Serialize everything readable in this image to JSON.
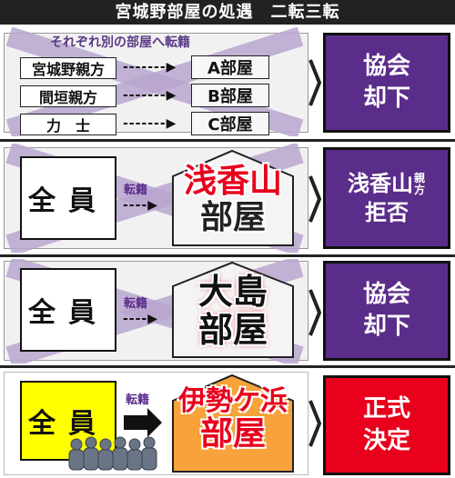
{
  "title": "宮城野部屋の処遇　二転三転",
  "colors": {
    "purple": "#5b2d8a",
    "red": "#e8001c",
    "gray_panel": "#f1f1f1",
    "stable_orange": "#f7a23a",
    "yellow": "#ffff00",
    "cross": "#b9a6cf"
  },
  "round1": {
    "subtitle": "それぞれ別の部屋へ転籍",
    "rows": [
      {
        "from": "宮城野親方",
        "to": "A部屋"
      },
      {
        "from": "間垣親方",
        "to": "B部屋"
      },
      {
        "from": "力　士",
        "to": "C部屋"
      }
    ],
    "result": [
      "協会",
      "却下"
    ]
  },
  "round2": {
    "who": "全員",
    "move": "転籍",
    "stable": [
      "浅香山",
      "部屋"
    ],
    "result_line1": "浅香山",
    "result_small": "親方",
    "result_line2": "拒否"
  },
  "round3": {
    "who": "全員",
    "move": "転籍",
    "stable": [
      "大島",
      "部屋"
    ],
    "result": [
      "協会",
      "却下"
    ]
  },
  "round4": {
    "who": "全員",
    "move": "転籍",
    "stable": [
      "伊勢ケ浜",
      "部屋"
    ],
    "result": [
      "正式",
      "決定"
    ]
  }
}
